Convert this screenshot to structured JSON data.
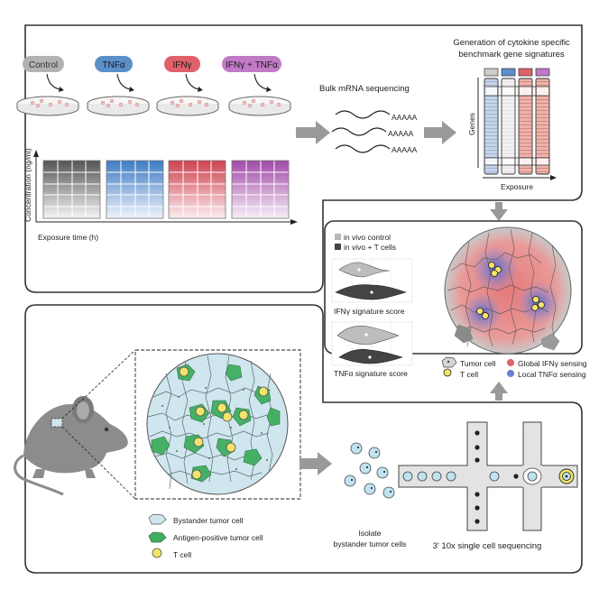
{
  "conditions": [
    {
      "label": "Control",
      "color": "#b3b3b3",
      "text_color": "#333333",
      "grid_color": "#5a5a5a"
    },
    {
      "label": "TNFα",
      "color": "#5b8fc9",
      "text_color": "#1a1a1a",
      "grid_color": "#3f7bc4"
    },
    {
      "label": "IFNγ",
      "color": "#e0616a",
      "text_color": "#1a1a1a",
      "grid_color": "#cf4150"
    },
    {
      "label": "IFNγ + TNFα",
      "color": "#c07ac6",
      "text_color": "#1a1a1a",
      "grid_color": "#a14ba8"
    }
  ],
  "grid_axes": {
    "y_label": "Concentration (ng/ml)",
    "x_label": "Exposure time (h)"
  },
  "sequencing": {
    "label": "Bulk mRNA sequencing",
    "poly_a": [
      "AAAAA",
      "AAAAA",
      "AAAAA"
    ]
  },
  "signatures": {
    "title_line1": "Generation of cytokine specific",
    "title_line2": "benchmark gene signatures",
    "genes_label": "Genes",
    "exposure_label": "Exposure"
  },
  "violin_panel": {
    "legend": [
      "in vivo control",
      "in vivo + T cells"
    ],
    "legend_colors": [
      "#b9b9b9",
      "#444444"
    ],
    "ifng_label": "IFNγ signature score",
    "tnfa_label": "TNFα signature score"
  },
  "tumor_legend": {
    "tumor_cell": "Tumor cell",
    "t_cell": "T cell",
    "global_ifng": "Global IFNγ sensing",
    "local_tnfa": "Local TNFα sensing",
    "global_color": "#e0616a",
    "local_color": "#6a7fd0"
  },
  "bottom_legend": {
    "bystander": "Bystander tumor cell",
    "antigen": "Antigen-positive tumor cell",
    "t_cell": "T cell",
    "bystander_color": "#cfe6ee",
    "antigen_color": "#3fae5f",
    "tcell_color": "#f2e46a"
  },
  "isolate": {
    "line1": "Isolate",
    "line2": "bystander tumor cells"
  },
  "single_cell": {
    "label": "3' 10x single cell sequencing"
  }
}
